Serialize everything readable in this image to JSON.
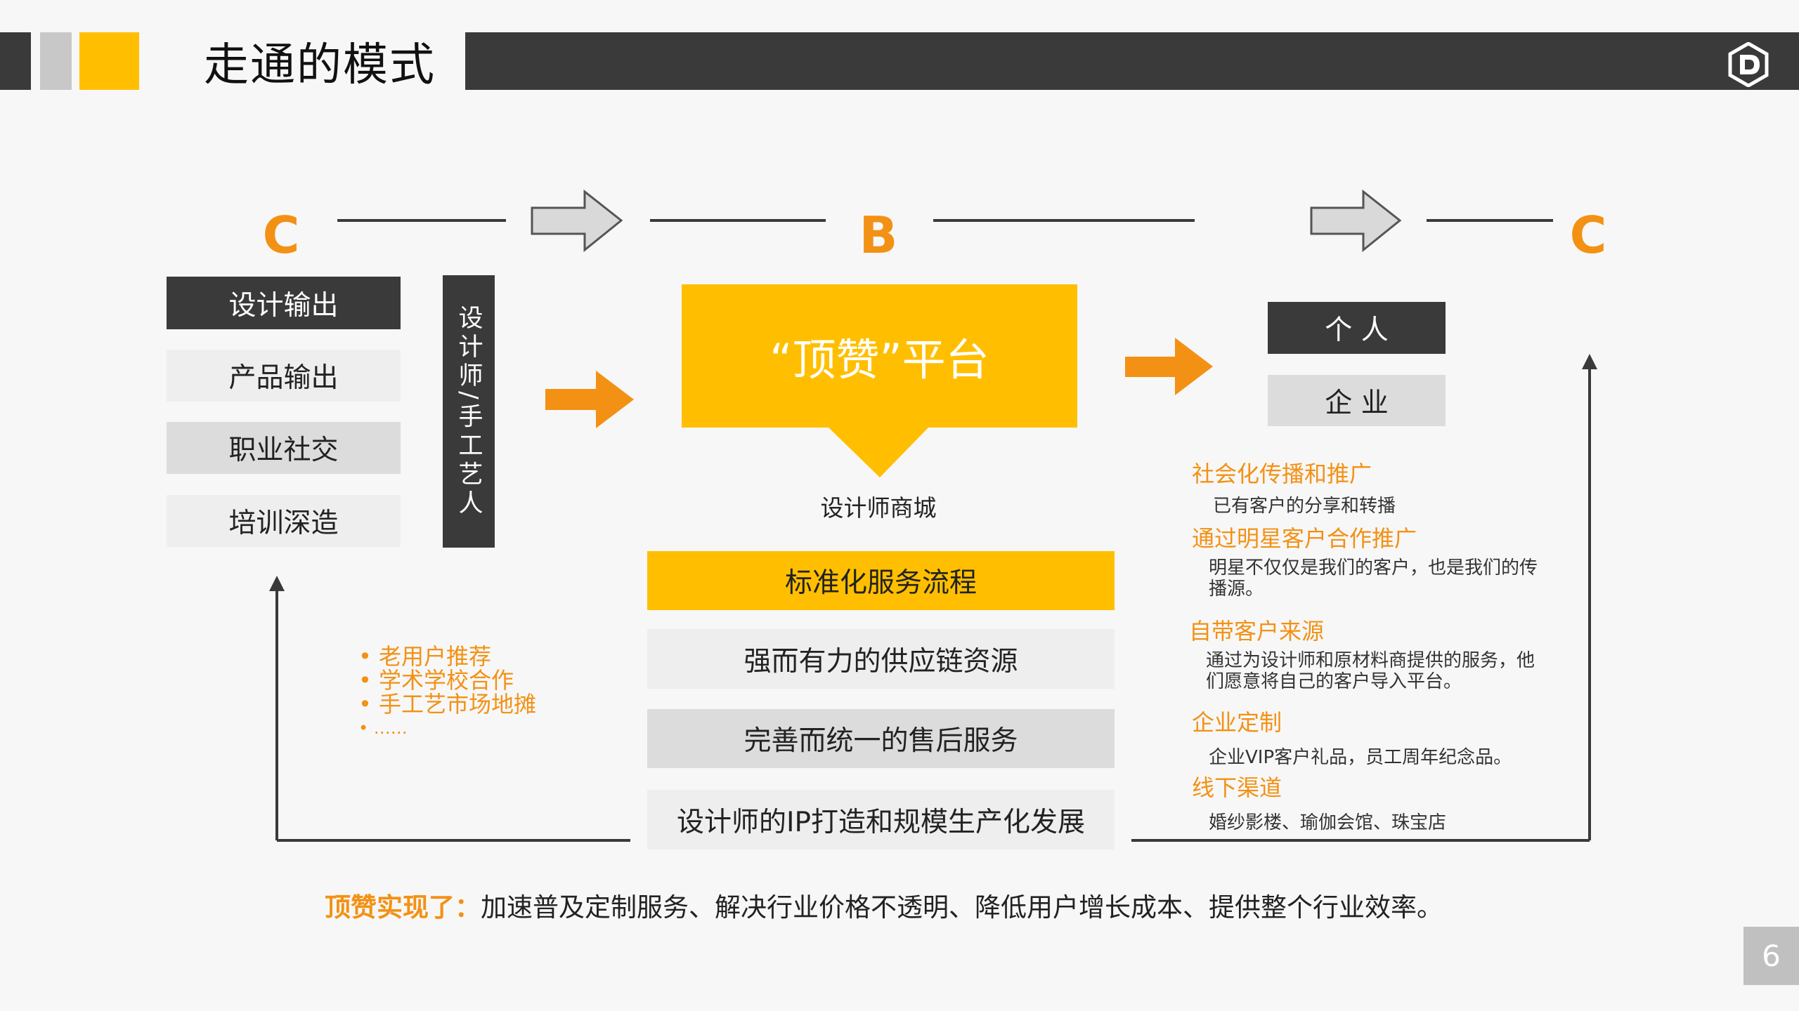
{
  "header": {
    "title": "走通的模式"
  },
  "flow": {
    "left_letter": "C",
    "middle_letter": "B",
    "right_letter": "C"
  },
  "left": {
    "items": [
      "设计输出",
      "产品输出",
      "职业社交",
      "培训深造"
    ],
    "vertical_label": "设计师/手工艺人"
  },
  "platform": {
    "title": "“顶赞”平台",
    "caption": "设计师商城",
    "features": [
      "标准化服务流程",
      "强而有力的供应链资源",
      "完善而统一的售后服务",
      "设计师的IP打造和规模生产化发展"
    ]
  },
  "customers": {
    "items": [
      "个 人",
      "企 业"
    ]
  },
  "left_sources": [
    "老用户推荐",
    "学术学校合作",
    "手工艺市场地摊",
    "……"
  ],
  "right_channels": [
    {
      "title": "社会化传播和推广",
      "desc": "已有客户的分享和转播"
    },
    {
      "title": "通过明星客户合作推广",
      "desc": "明星不仅仅是我们的客户，也是我们的传播源。"
    },
    {
      "title": "自带客户来源",
      "desc": "通过为设计师和原材料商提供的服务，他们愿意将自己的客户导入平台。"
    },
    {
      "title": "企业定制",
      "desc": "企业VIP客户礼品，员工周年纪念品。"
    },
    {
      "title": "线下渠道",
      "desc": "婚纱影楼、瑜伽会馆、珠宝店"
    }
  ],
  "bottom": {
    "lead": "顶赞实现了：",
    "text": "加速普及定制服务、解决行业价格不透明、降低用户增长成本、提供整个行业效率。"
  },
  "page_number": "6",
  "colors": {
    "accent": "#ffbf00",
    "orange": "#f39114",
    "dark": "#3a3a3a",
    "light": "#eeeeee"
  }
}
